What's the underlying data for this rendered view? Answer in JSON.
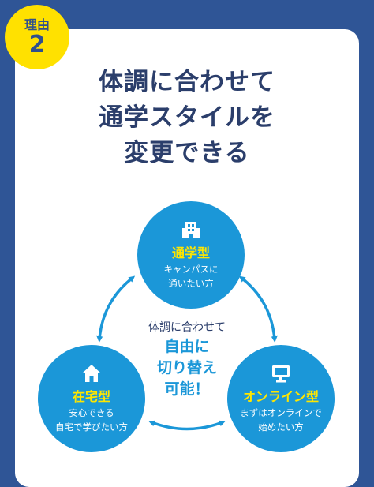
{
  "badge": {
    "label": "理由",
    "number": "2"
  },
  "title_lines": [
    "体調に合わせて",
    "通学スタイルを",
    "変更できる"
  ],
  "center": {
    "subtitle": "体調に合わせて",
    "main_lines": [
      "自由に",
      "切り替え",
      "可能！"
    ]
  },
  "styles": [
    {
      "icon": "building-icon",
      "name": "通学型",
      "desc": [
        "キャンパスに",
        "通いたい方"
      ]
    },
    {
      "icon": "house-icon",
      "name": "在宅型",
      "desc": [
        "安心できる",
        "自宅で学びたい方"
      ]
    },
    {
      "icon": "monitor-icon",
      "name": "オンライン型",
      "desc": [
        "まずはオンラインで",
        "始めたい方"
      ]
    }
  ],
  "colors": {
    "background": "#2f5596",
    "badge": "#ffe100",
    "circle": "#1b97d8",
    "highlight": "#ffe600",
    "title": "#2b3e6b"
  }
}
